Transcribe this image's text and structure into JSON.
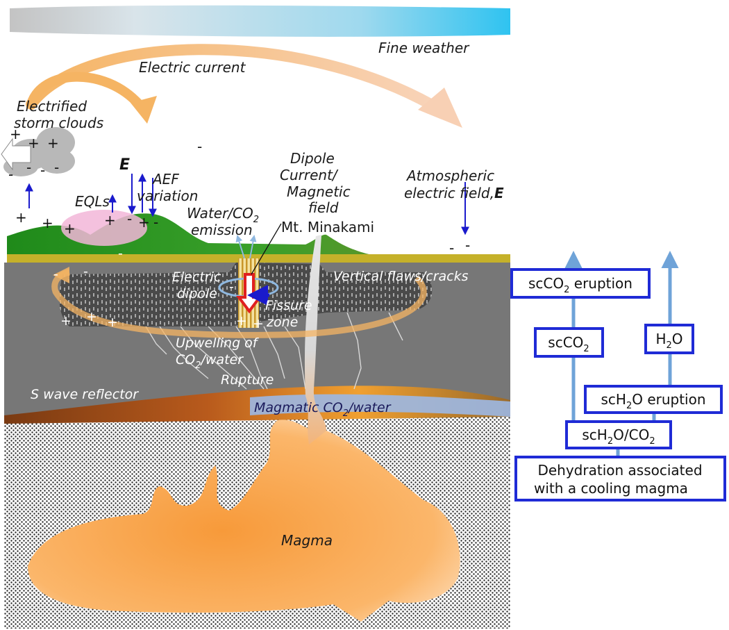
{
  "labels": {
    "fine_weather": "Fine weather",
    "electric_current": "Electric current",
    "storm_clouds_1": "Electrified",
    "storm_clouds_2": "storm clouds",
    "e_symbol": "E",
    "eqls": "EQLs",
    "aef_1": "AEF",
    "aef_2": "variation",
    "water_co2_1": "Water/CO",
    "water_co2_sub": "2",
    "water_co2_2": "emission",
    "dipole_1": "Dipole",
    "dipole_2": "Current/",
    "dipole_3": "Magnetic",
    "dipole_4": "field",
    "mt_minakami": "Mt. Minakami",
    "atm_1": "Atmospheric",
    "atm_2": "electric field,",
    "atm_e": "E",
    "electric_1": "Electric",
    "electric_2": "dipole",
    "fissure_1": "Fissure",
    "fissure_2": "zone",
    "vertical_flaws": "Vertical flaws/cracks",
    "upwelling_1": "Upwelling of",
    "upwelling_2a": "CO",
    "upwelling_sub": "2",
    "upwelling_2b": "/water",
    "rupture": "Rupture",
    "s_wave": "S wave reflector",
    "magmatic_a": "Magmatic CO",
    "magmatic_sub": "2",
    "magmatic_b": "/water",
    "magma": "Magma"
  },
  "signs": {
    "plus": "+",
    "minus": "-"
  },
  "boxes": {
    "sc_co2_eruption_a": "scCO",
    "sc_co2_eruption_sub": "2",
    "sc_co2_eruption_b": " eruption",
    "sc_co2_a": "scCO",
    "sc_co2_sub": "2",
    "h2o_a": "H",
    "h2o_sub": "2",
    "h2o_b": "O",
    "sc_h2o_eruption_a": "scH",
    "sc_h2o_eruption_sub": "2",
    "sc_h2o_eruption_b": "O eruption",
    "sc_h2o_co2_a": "scH",
    "sc_h2o_co2_sub1": "2",
    "sc_h2o_co2_b": "O/CO",
    "sc_h2o_co2_sub2": "2",
    "dehydration_1": "Dehydration associated",
    "dehydration_2": "with a cooling magma"
  },
  "colors": {
    "arrow_blue": "#1a1acc",
    "box_border": "#1f2bd6",
    "flow_arrow": "#6fa3d8",
    "current_arrow": "#f5b46a",
    "crust_gray": "#7a7a7a",
    "magma_orange": "#f59a3b",
    "ground_green": "#2f8f1f",
    "eql_pink": "#f2b6d8"
  }
}
